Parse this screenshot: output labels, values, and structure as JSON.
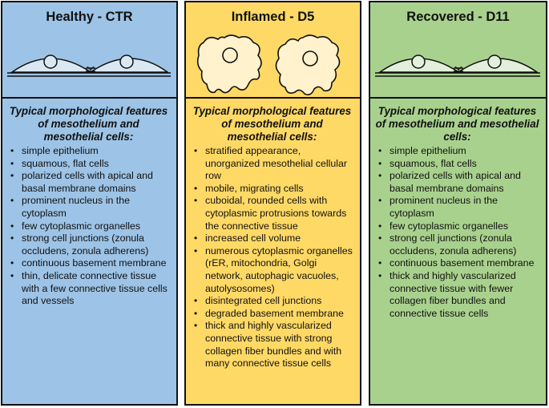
{
  "panels": [
    {
      "title": "Healthy - CTR",
      "heading": "Typical morphological features of mesothelium and mesothelial cells:",
      "items": [
        "simple epithelium",
        "squamous, flat cells",
        "polarized cells with apical and basal membrane domains",
        "prominent nucleus in the cytoplasm",
        "few cytoplasmic organelles",
        "strong cell junctions (zonula occludens, zonula adherens)",
        "continuous basement membrane",
        "thin, delicate connective tissue with a few connective tissue cells and vessels"
      ],
      "color": "#9dc3e6"
    },
    {
      "title": "Inflamed - D5",
      "heading": "Typical morphological features of mesothelium and mesothelial cells:",
      "items": [
        "stratified appearance, unorganized mesothelial cellular row",
        "mobile, migrating cells",
        "cuboidal, rounded cells with cytoplasmic protrusions towards the connective tissue",
        "increased cell volume",
        "numerous cytoplasmic organelles (rER, mitochondria, Golgi network, autophagic vacuoles, autolysosomes)",
        "disintegrated cell junctions",
        "degraded basement membrane",
        "thick and highly vascularized connective tissue with strong collagen fiber bundles and with many connective tissue cells"
      ],
      "color": "#ffd966"
    },
    {
      "title": "Recovered - D11",
      "heading": "Typical morphological features of mesothelium and mesothelial cells:",
      "items": [
        "simple epithelium",
        "squamous, flat cells",
        "polarized cells with apical and basal membrane domains",
        "prominent nucleus in the cytoplasm",
        "few cytoplasmic organelles",
        "strong cell junctions (zonula occludens, zonula adherens)",
        "continuous basement membrane",
        "thick and highly vascularized connective tissue with fewer collagen fiber bundles and connective tissue cells"
      ],
      "color": "#a9d18e"
    }
  ]
}
